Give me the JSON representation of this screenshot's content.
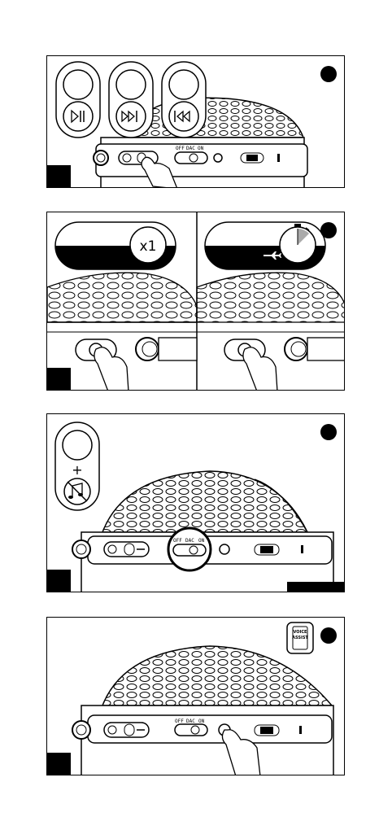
{
  "panel2": {
    "counter_label": "x1"
  },
  "panel3": {
    "switch_labels": [
      "OFF",
      "DAC",
      "ON"
    ]
  },
  "panel4": {
    "voice_icon_line1": "VOICE",
    "voice_icon_line2": "ASSIST",
    "switch_labels": [
      "OFF",
      "DAC",
      "ON"
    ]
  },
  "panel1": {
    "switch_labels": [
      "OFF",
      "DAC",
      "ON"
    ],
    "button_icons": [
      "play-pause-icon",
      "next-track-icon",
      "previous-track-icon"
    ]
  },
  "colors": {
    "ink": "#000000",
    "paper": "#ffffff"
  }
}
